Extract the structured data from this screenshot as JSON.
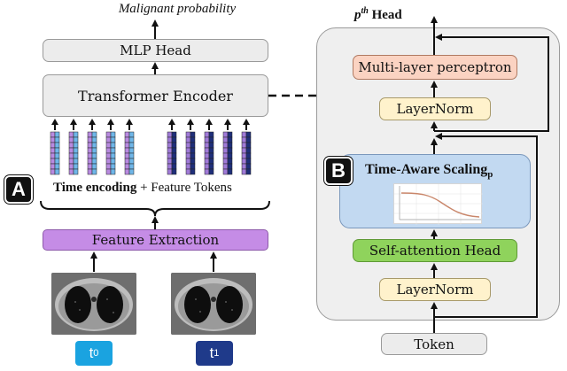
{
  "left": {
    "output_label": "Malignant probability",
    "mlp_head": "MLP Head",
    "transformer_encoder": "Transformer Encoder",
    "tokens_caption_bold": "Time encoding",
    "tokens_caption_rest": "+ Feature Tokens",
    "feature_extraction": "Feature Extraction",
    "badge": "A",
    "t0_label": "t",
    "t0_sub": "0",
    "t1_label": "t",
    "t1_sub": "1"
  },
  "right": {
    "head_title_p": "p",
    "head_title_sup": "th",
    "head_title_rest": " Head",
    "mlp": "Multi-layer perceptron",
    "layernorm_top": "LayerNorm",
    "tas_title": "Time-Aware Scaling",
    "tas_sub": "p",
    "self_attention": "Self-attention Head",
    "layernorm_bottom": "LayerNorm",
    "token": "Token",
    "badge": "B"
  },
  "colors": {
    "t0_badge": "#1aa3e0",
    "t1_badge": "#1f3a8a",
    "token_light_a": "#6fb6e8",
    "token_light_b": "#b88ae0",
    "token_dark_a": "#1f2f7a",
    "token_dark_b": "#a07ad8"
  }
}
